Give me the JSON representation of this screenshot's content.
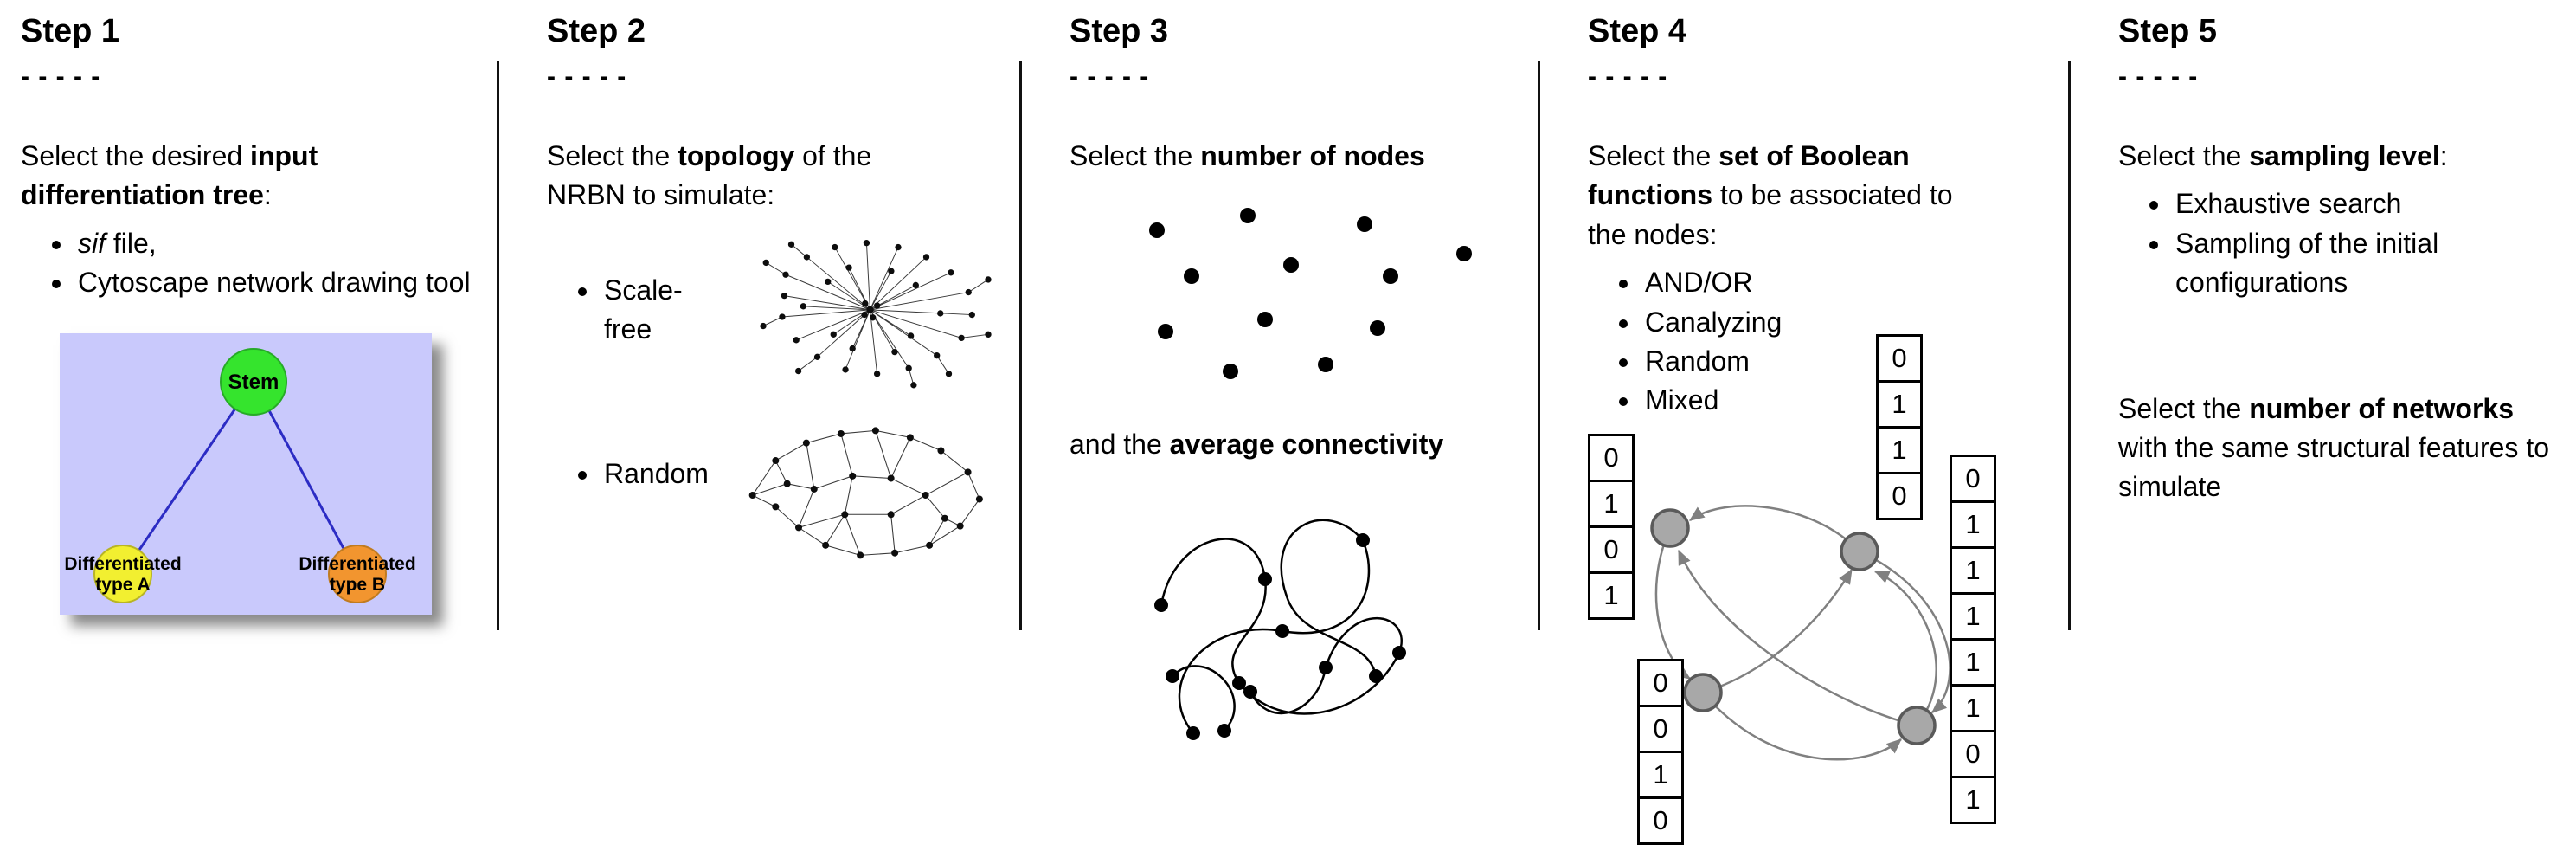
{
  "figure": {
    "colors": {
      "tree_background": "#c9c9fc",
      "stem_green": "#35e42d",
      "type_a_yellow": "#f2ef30",
      "type_b_orange": "#f2952f",
      "tree_edge_blue": "#2c2cc4",
      "network_node_gray": "#a8a8a8",
      "arrow_gray": "#808080"
    }
  },
  "steps": [
    {
      "title": "Step 1",
      "dashes": "- - - - -",
      "intro": {
        "pre": "Select the desired ",
        "bold": "input differentiation tree",
        "post": ":"
      },
      "bullet1": {
        "italic": "sif",
        "rest": " file,"
      },
      "bullet2": "Cytoscape network drawing tool",
      "tree": {
        "root": "Stem",
        "left_label_line1": "Differentiated",
        "left_label_line2": "type A",
        "right_label_line1": "Differentiated",
        "right_label_line2": "type B"
      }
    },
    {
      "title": "Step 2",
      "dashes": "- - - - -",
      "intro": {
        "pre": "Select the ",
        "bold": "topology",
        "post": " of the NRBN to simulate:"
      },
      "bullet1": "Scale-free",
      "bullet2": "Random"
    },
    {
      "title": "Step 3",
      "dashes": "- - - - -",
      "intro1": {
        "pre": "Select the ",
        "bold": "number of nodes",
        "post": ""
      },
      "intro2": {
        "pre": "and the ",
        "bold": "average connectivity",
        "post": ""
      }
    },
    {
      "title": "Step 4",
      "dashes": "- - - - -",
      "intro": {
        "pre": "Select the ",
        "bold": "set of Boolean functions",
        "post": " to be associated to the nodes:"
      },
      "bullets": [
        "AND/OR",
        "Canalyzing",
        "Random",
        "Mixed"
      ],
      "tables": {
        "left": [
          "0",
          "1",
          "0",
          "1"
        ],
        "top": [
          "0",
          "1",
          "1",
          "0"
        ],
        "bottom_left": [
          "0",
          "0",
          "1",
          "0"
        ],
        "right": [
          "0",
          "1",
          "1",
          "1",
          "1",
          "1",
          "0",
          "1"
        ]
      }
    },
    {
      "title": "Step 5",
      "dashes": "- - - - -",
      "intro1": {
        "pre": "Select the ",
        "bold": "sampling level",
        "post": ":"
      },
      "bullets": [
        "Exhaustive search",
        "Sampling of the initial configurations"
      ],
      "intro2": {
        "pre": "Select the ",
        "bold": "number of networks",
        "post": " with the same structural features to simulate"
      }
    }
  ]
}
